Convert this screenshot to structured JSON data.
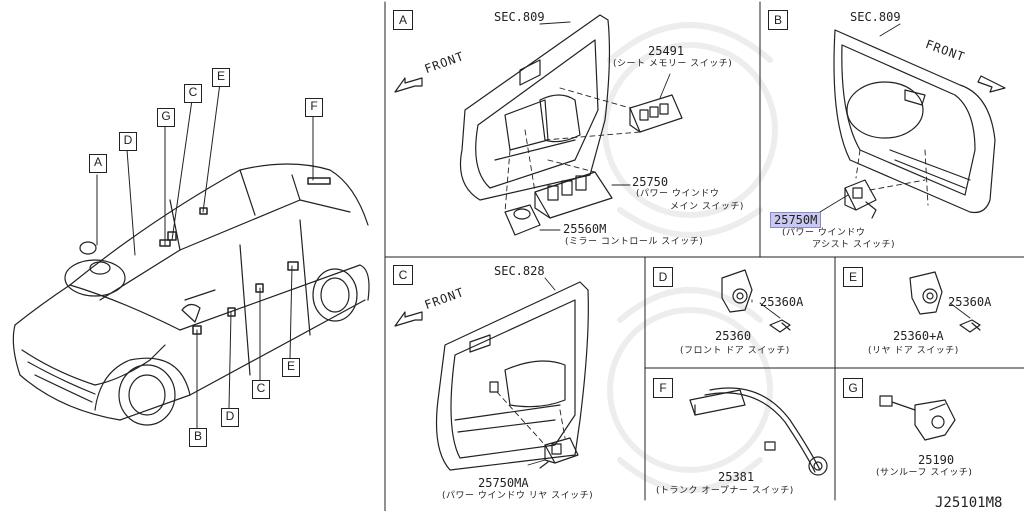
{
  "overview": {
    "markers": [
      "A",
      "D",
      "G",
      "C",
      "E",
      "F",
      "B",
      "D",
      "C",
      "E"
    ]
  },
  "panels": {
    "A": {
      "letter": "A",
      "sec": "SEC.809",
      "front": "FRONT",
      "parts": [
        {
          "number": "25491",
          "desc": "(シート メモリー スイッチ)"
        },
        {
          "number": "25750",
          "desc": "(パワー ウインドウ",
          "desc2": "メイン スイッチ)"
        },
        {
          "number": "25560M",
          "desc": "(ミラー コントロール スイッチ)"
        }
      ]
    },
    "B": {
      "letter": "B",
      "sec": "SEC.809",
      "front": "FRONT",
      "parts": [
        {
          "number": "25750M",
          "desc": "(パワー ウインドウ",
          "desc2": "アシスト スイッチ)"
        }
      ]
    },
    "C": {
      "letter": "C",
      "sec": "SEC.828",
      "front": "FRONT",
      "parts": [
        {
          "number": "25750MA",
          "desc": "(パワー ウインドウ リヤ スイッチ)"
        }
      ]
    },
    "D": {
      "letter": "D",
      "parts": [
        {
          "number": "25360A"
        },
        {
          "number": "25360",
          "desc": "(フロント ドア スイッチ)"
        }
      ]
    },
    "E": {
      "letter": "E",
      "parts": [
        {
          "number": "25360A"
        },
        {
          "number": "25360+A",
          "desc": "(リヤ ドア スイッチ)"
        }
      ]
    },
    "F": {
      "letter": "F",
      "parts": [
        {
          "number": "25381",
          "desc": "(トランク オープナー スイッチ)"
        }
      ]
    },
    "G": {
      "letter": "G",
      "parts": [
        {
          "number": "25190",
          "desc": "(サンルーフ スイッチ)"
        }
      ]
    }
  },
  "reference": "J25101M8",
  "colors": {
    "line": "#222222",
    "highlight": "#c8c8f0"
  }
}
